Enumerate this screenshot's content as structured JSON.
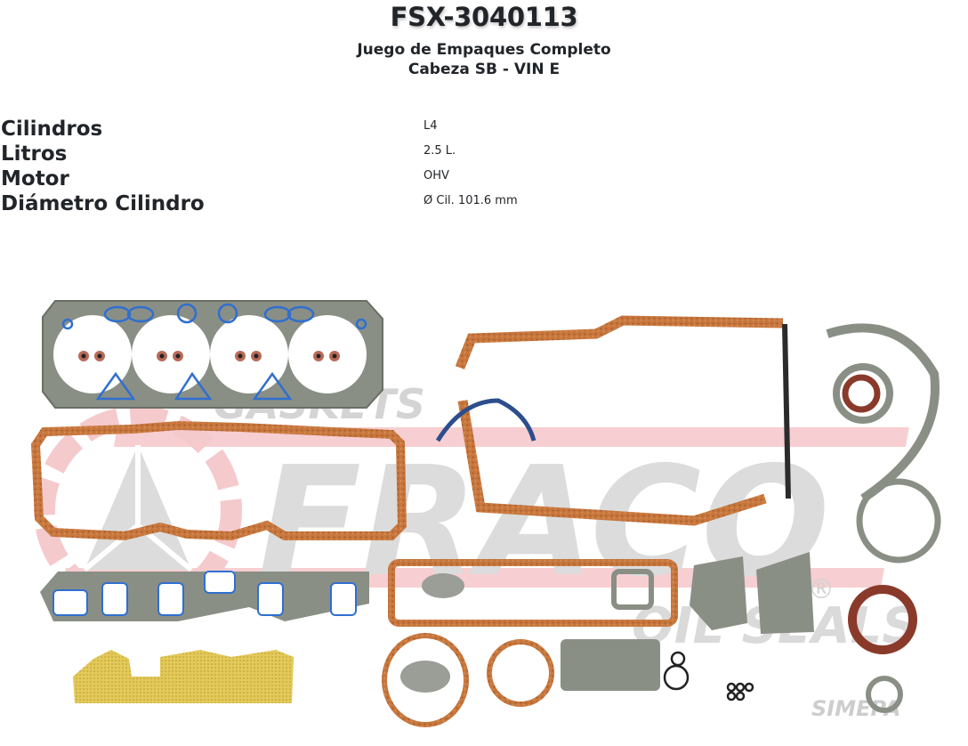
{
  "header": {
    "part_number": "FSX-3040113",
    "description_line1": "Juego de Empaques Completo",
    "description_line2": "Cabeza SB - VIN E"
  },
  "specs": [
    {
      "label": "Cilindros",
      "value": "L4"
    },
    {
      "label": "Litros",
      "value": "2.5 L."
    },
    {
      "label": "Motor",
      "value": "OHV"
    },
    {
      "label": "Diámetro Cilindro",
      "value": "Ø Cil. 101.6 mm"
    }
  ],
  "product_image": {
    "watermark_brand": "FRACO",
    "watermark_gaskets": "GASKETS",
    "watermark_oilseals": "OIL SEALS",
    "watermark_registered": "®",
    "watermark_distributor": "SIMEPA",
    "colors": {
      "cork": "#c8773e",
      "steel": "#8a8f86",
      "blue_seal": "#2f6fd0",
      "exhaust_gold": "#e0c657",
      "oil_seal": "#8a3a2a",
      "rubber_dark": "#2b2b2b",
      "watermark_red": "#f4c4c8",
      "watermark_gray": "#d5d5d5"
    }
  }
}
